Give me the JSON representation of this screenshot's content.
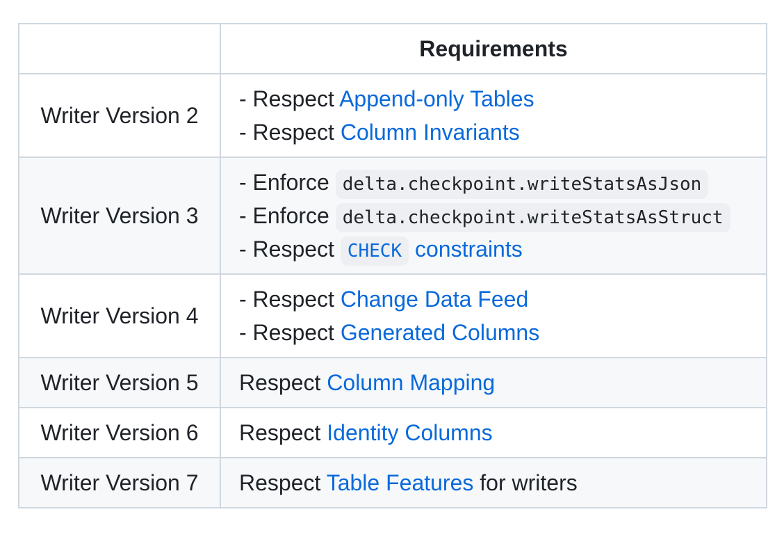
{
  "page": {
    "background": "#ffffff"
  },
  "colors": {
    "border": "#d0d7de",
    "row_stripe": "#f6f8fa",
    "link": "#0969da",
    "text": "#1f2328",
    "code_background": "#edeff2"
  },
  "table": {
    "header": {
      "version_label": "",
      "requirements_label": "Requirements"
    },
    "rows": [
      {
        "version": "Writer Version 2",
        "lines": [
          [
            {
              "type": "text",
              "value": "- Respect "
            },
            {
              "type": "link",
              "value": "Append-only Tables"
            }
          ],
          [
            {
              "type": "text",
              "value": "- Respect "
            },
            {
              "type": "link",
              "value": "Column Invariants"
            }
          ]
        ]
      },
      {
        "version": "Writer Version 3",
        "lines": [
          [
            {
              "type": "text",
              "value": "- Enforce "
            },
            {
              "type": "code",
              "value": "delta.checkpoint.writeStatsAsJson"
            }
          ],
          [
            {
              "type": "text",
              "value": "- Enforce "
            },
            {
              "type": "code",
              "value": "delta.checkpoint.writeStatsAsStruct"
            }
          ],
          [
            {
              "type": "text",
              "value": "- Respect "
            },
            {
              "type": "link_code",
              "value": "CHECK"
            },
            {
              "type": "link",
              "value": " constraints"
            }
          ]
        ]
      },
      {
        "version": "Writer Version 4",
        "lines": [
          [
            {
              "type": "text",
              "value": "- Respect "
            },
            {
              "type": "link",
              "value": "Change Data Feed"
            }
          ],
          [
            {
              "type": "text",
              "value": "- Respect "
            },
            {
              "type": "link",
              "value": "Generated Columns"
            }
          ]
        ]
      },
      {
        "version": "Writer Version 5",
        "lines": [
          [
            {
              "type": "text",
              "value": "Respect "
            },
            {
              "type": "link",
              "value": "Column Mapping"
            }
          ]
        ]
      },
      {
        "version": "Writer Version 6",
        "lines": [
          [
            {
              "type": "text",
              "value": "Respect "
            },
            {
              "type": "link",
              "value": "Identity Columns"
            }
          ]
        ]
      },
      {
        "version": "Writer Version 7",
        "lines": [
          [
            {
              "type": "text",
              "value": "Respect "
            },
            {
              "type": "link",
              "value": "Table Features"
            },
            {
              "type": "text",
              "value": " for writers"
            }
          ]
        ]
      }
    ]
  }
}
